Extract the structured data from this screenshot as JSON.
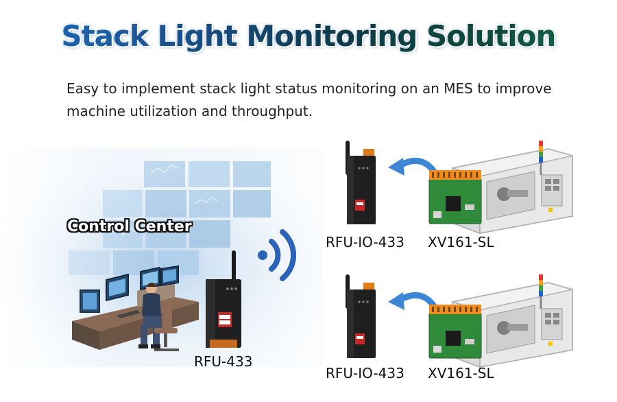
{
  "header": {
    "title": "Stack Light Monitoring Solution",
    "subtitle": "Easy to implement stack light status monitoring on an MES to improve machine utilization and throughput."
  },
  "diagram": {
    "control_center_label": "Control Center",
    "gateway_label": "RFU-433",
    "stations": [
      {
        "device_label": "RFU-IO-433",
        "module_label": "XV161-SL"
      },
      {
        "device_label": "RFU-IO-433",
        "module_label": "XV161-SL"
      }
    ],
    "stack_light_colors": [
      "#e53935",
      "#f4a020",
      "#43a047",
      "#1e63c8"
    ]
  }
}
